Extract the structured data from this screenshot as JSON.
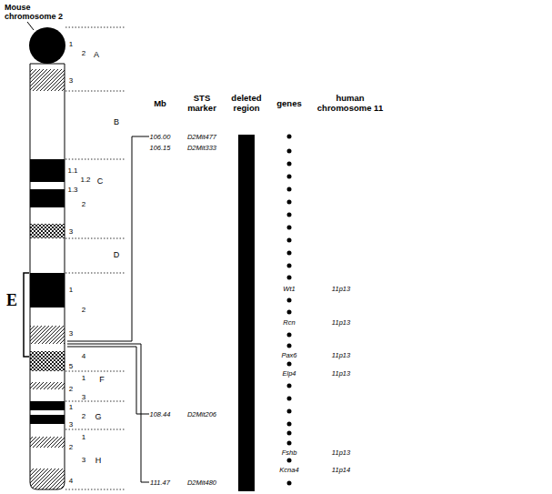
{
  "diagram": {
    "title": "Mouse chromosome 2",
    "labels": [
      "1",
      "2",
      "A",
      "3",
      "B",
      "1.1",
      "1.2",
      "C",
      "1.3",
      "2",
      "3",
      "D",
      "1",
      "2",
      "3",
      "4",
      "5",
      "1",
      "F",
      "2",
      "3",
      "1",
      "2",
      "G",
      "3",
      "1",
      "2",
      "3",
      "H",
      "4",
      "E",
      "Mb",
      "STS marker",
      "deleted region",
      "genes",
      "human chromosome 11",
      "106.00",
      "D2Mit477",
      "106.15",
      "D2Mit333",
      "Wt1",
      "11p13",
      "Rcn",
      "11p13",
      "Pax6",
      "11p13",
      "Elp4",
      "11p13",
      "108.44",
      "D2Mit206",
      "Fshb",
      "11p13",
      "Kcna4",
      "11p14",
      "111.47",
      "D2Mit480"
    ]
  }
}
